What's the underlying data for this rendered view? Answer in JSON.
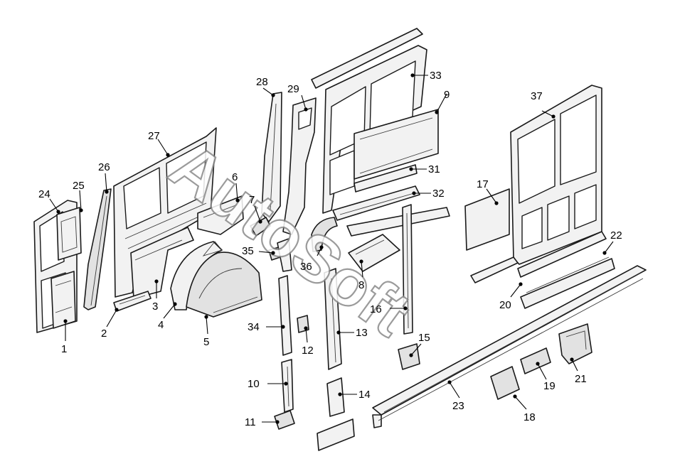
{
  "watermark": {
    "text": "AutoSoft"
  },
  "callouts": [
    {
      "id": "1",
      "label": "1"
    },
    {
      "id": "2",
      "label": "2"
    },
    {
      "id": "3",
      "label": "3"
    },
    {
      "id": "4",
      "label": "4"
    },
    {
      "id": "5",
      "label": "5"
    },
    {
      "id": "6",
      "label": "6"
    },
    {
      "id": "7",
      "label": "7"
    },
    {
      "id": "8",
      "label": "8"
    },
    {
      "id": "9",
      "label": "9"
    },
    {
      "id": "10",
      "label": "10"
    },
    {
      "id": "11",
      "label": "11"
    },
    {
      "id": "12",
      "label": "12"
    },
    {
      "id": "13",
      "label": "13"
    },
    {
      "id": "14",
      "label": "14"
    },
    {
      "id": "15",
      "label": "15"
    },
    {
      "id": "16",
      "label": "16"
    },
    {
      "id": "17",
      "label": "17"
    },
    {
      "id": "18",
      "label": "18"
    },
    {
      "id": "19",
      "label": "19"
    },
    {
      "id": "20",
      "label": "20"
    },
    {
      "id": "21",
      "label": "21"
    },
    {
      "id": "22",
      "label": "22"
    },
    {
      "id": "23",
      "label": "23"
    },
    {
      "id": "24",
      "label": "24"
    },
    {
      "id": "25",
      "label": "25"
    },
    {
      "id": "26",
      "label": "26"
    },
    {
      "id": "27",
      "label": "27"
    },
    {
      "id": "28",
      "label": "28"
    },
    {
      "id": "29",
      "label": "29"
    },
    {
      "id": "31",
      "label": "31"
    },
    {
      "id": "32",
      "label": "32"
    },
    {
      "id": "33",
      "label": "33"
    },
    {
      "id": "34",
      "label": "34"
    },
    {
      "id": "35",
      "label": "35"
    },
    {
      "id": "36",
      "label": "36"
    },
    {
      "id": "37",
      "label": "37"
    }
  ]
}
